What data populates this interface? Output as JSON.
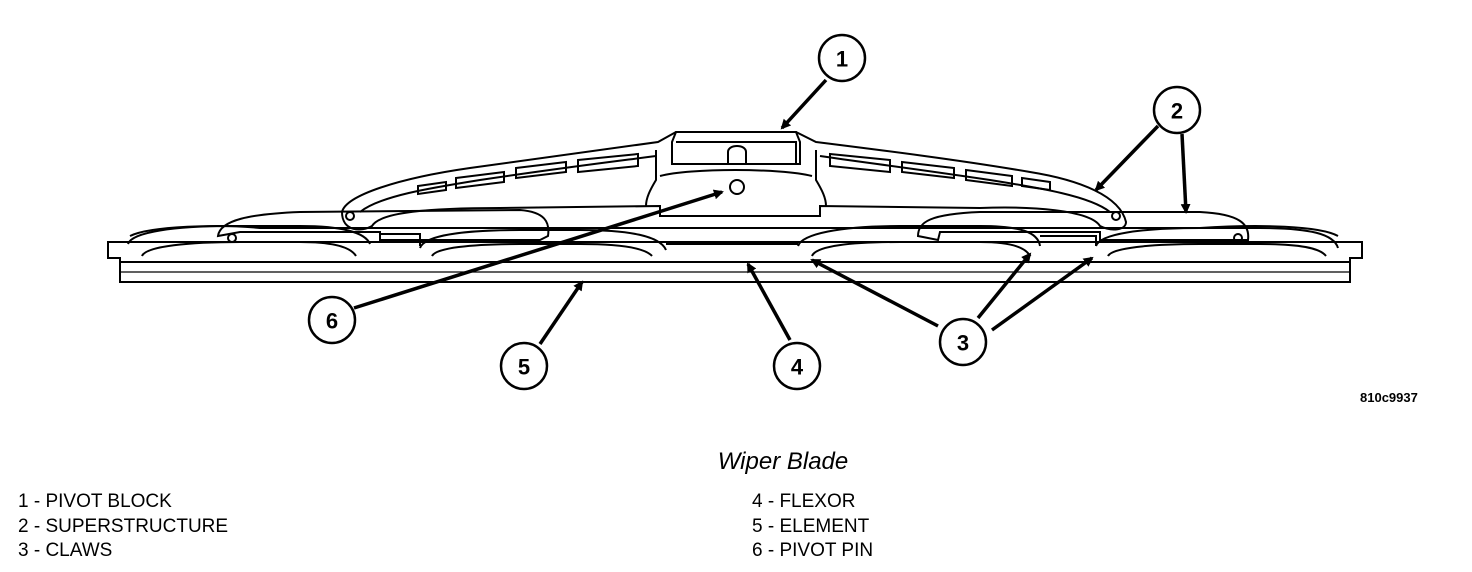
{
  "callouts": {
    "c1": "1",
    "c2": "2",
    "c3": "3",
    "c4": "4",
    "c5": "5",
    "c6": "6"
  },
  "figure_id": "810c9937",
  "caption": "Wiper Blade",
  "legend_left": [
    "1 - PIVOT BLOCK",
    "2 - SUPERSTRUCTURE",
    "3 - CLAWS"
  ],
  "legend_right": [
    "4 - FLEXOR",
    "5 - ELEMENT",
    "6 - PIVOT PIN"
  ],
  "colors": {
    "line": "#000000",
    "background": "#ffffff"
  }
}
